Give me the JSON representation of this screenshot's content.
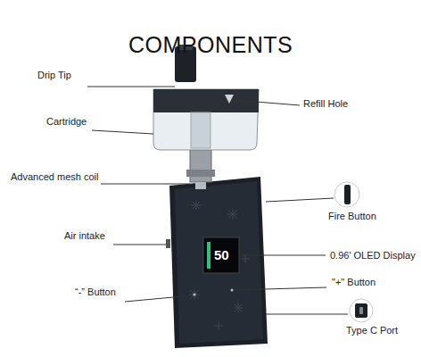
{
  "diagram": {
    "title": "COMPONENTS",
    "labels": [
      "Drip Tip",
      "Refill Hole",
      "Cartridge",
      "Advanced mesh coil",
      "Fire Button",
      "Air intake",
      "50",
      "0.96' OLED Display",
      "\"+\" Button",
      "“-” Button",
      "Type C Port"
    ]
  }
}
